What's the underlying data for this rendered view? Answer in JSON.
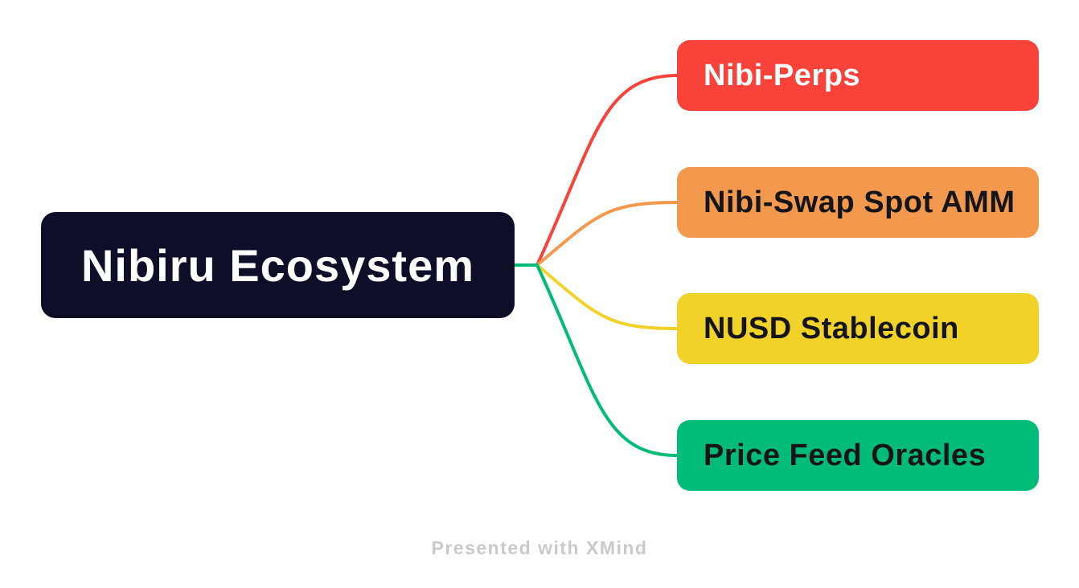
{
  "canvas": {
    "background": "#FFFFFF"
  },
  "root": {
    "label": "Nibiru Ecosystem",
    "bg": "#0F0E28",
    "text_color": "#FFFFFF"
  },
  "branches": [
    {
      "label": "Nibi-Perps",
      "bg": "#F8423A",
      "text_color": "#FFFFFF"
    },
    {
      "label": "Nibi-Swap Spot AMM",
      "bg": "#F2994E",
      "text_color": "#151519"
    },
    {
      "label": "NUSD Stablecoin",
      "bg": "#F0D229",
      "text_color": "#151519"
    },
    {
      "label": "Price Feed Oracles",
      "bg": "#00BC78",
      "text_color": "#151519"
    }
  ],
  "footer": {
    "label": "Presented with XMind",
    "color": "#C9C9C9"
  }
}
